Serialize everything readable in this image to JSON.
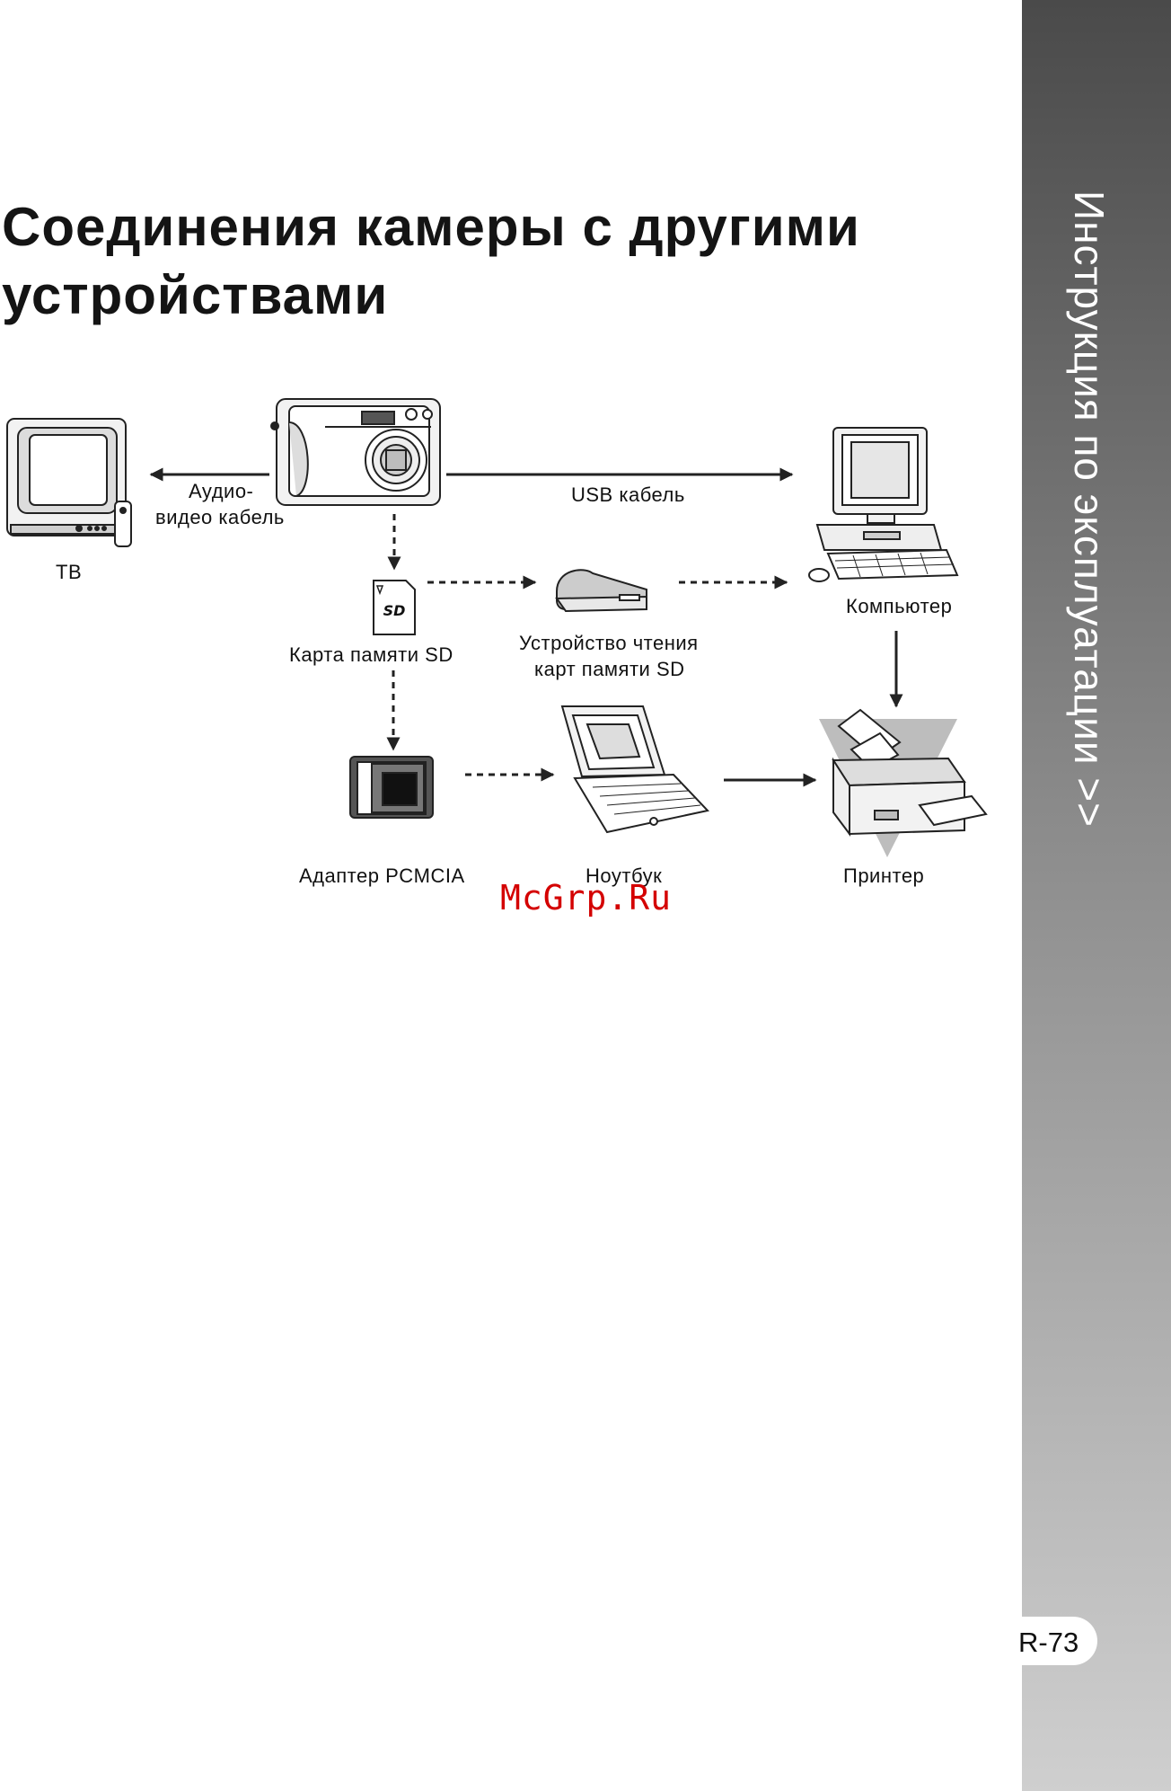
{
  "sidebar": {
    "text": "Инструкция по эксплуатации >>"
  },
  "title": {
    "line1": "Соединения камеры с другими",
    "line2": "устройствами"
  },
  "diagram": {
    "labels": {
      "tv": "ТВ",
      "av_cable_line1": "Аудио-",
      "av_cable_line2": "видео кабель",
      "usb_cable": "USB кабель",
      "computer": "Компьютер",
      "sd_card": "Карта памяти SD",
      "card_reader_line1": "Устройство чтения",
      "card_reader_line2": "карт памяти SD",
      "pcmcia_adapter": "Адаптер PCMCIA",
      "notebook": "Ноутбук",
      "printer": "Принтер"
    },
    "sd_logo": "SD"
  },
  "watermark": "McGrp.Ru",
  "page_number": "R-73",
  "colors": {
    "sidebar_top": "#4a4a4a",
    "sidebar_bottom": "#cfcfcf",
    "watermark": "#d40000"
  }
}
